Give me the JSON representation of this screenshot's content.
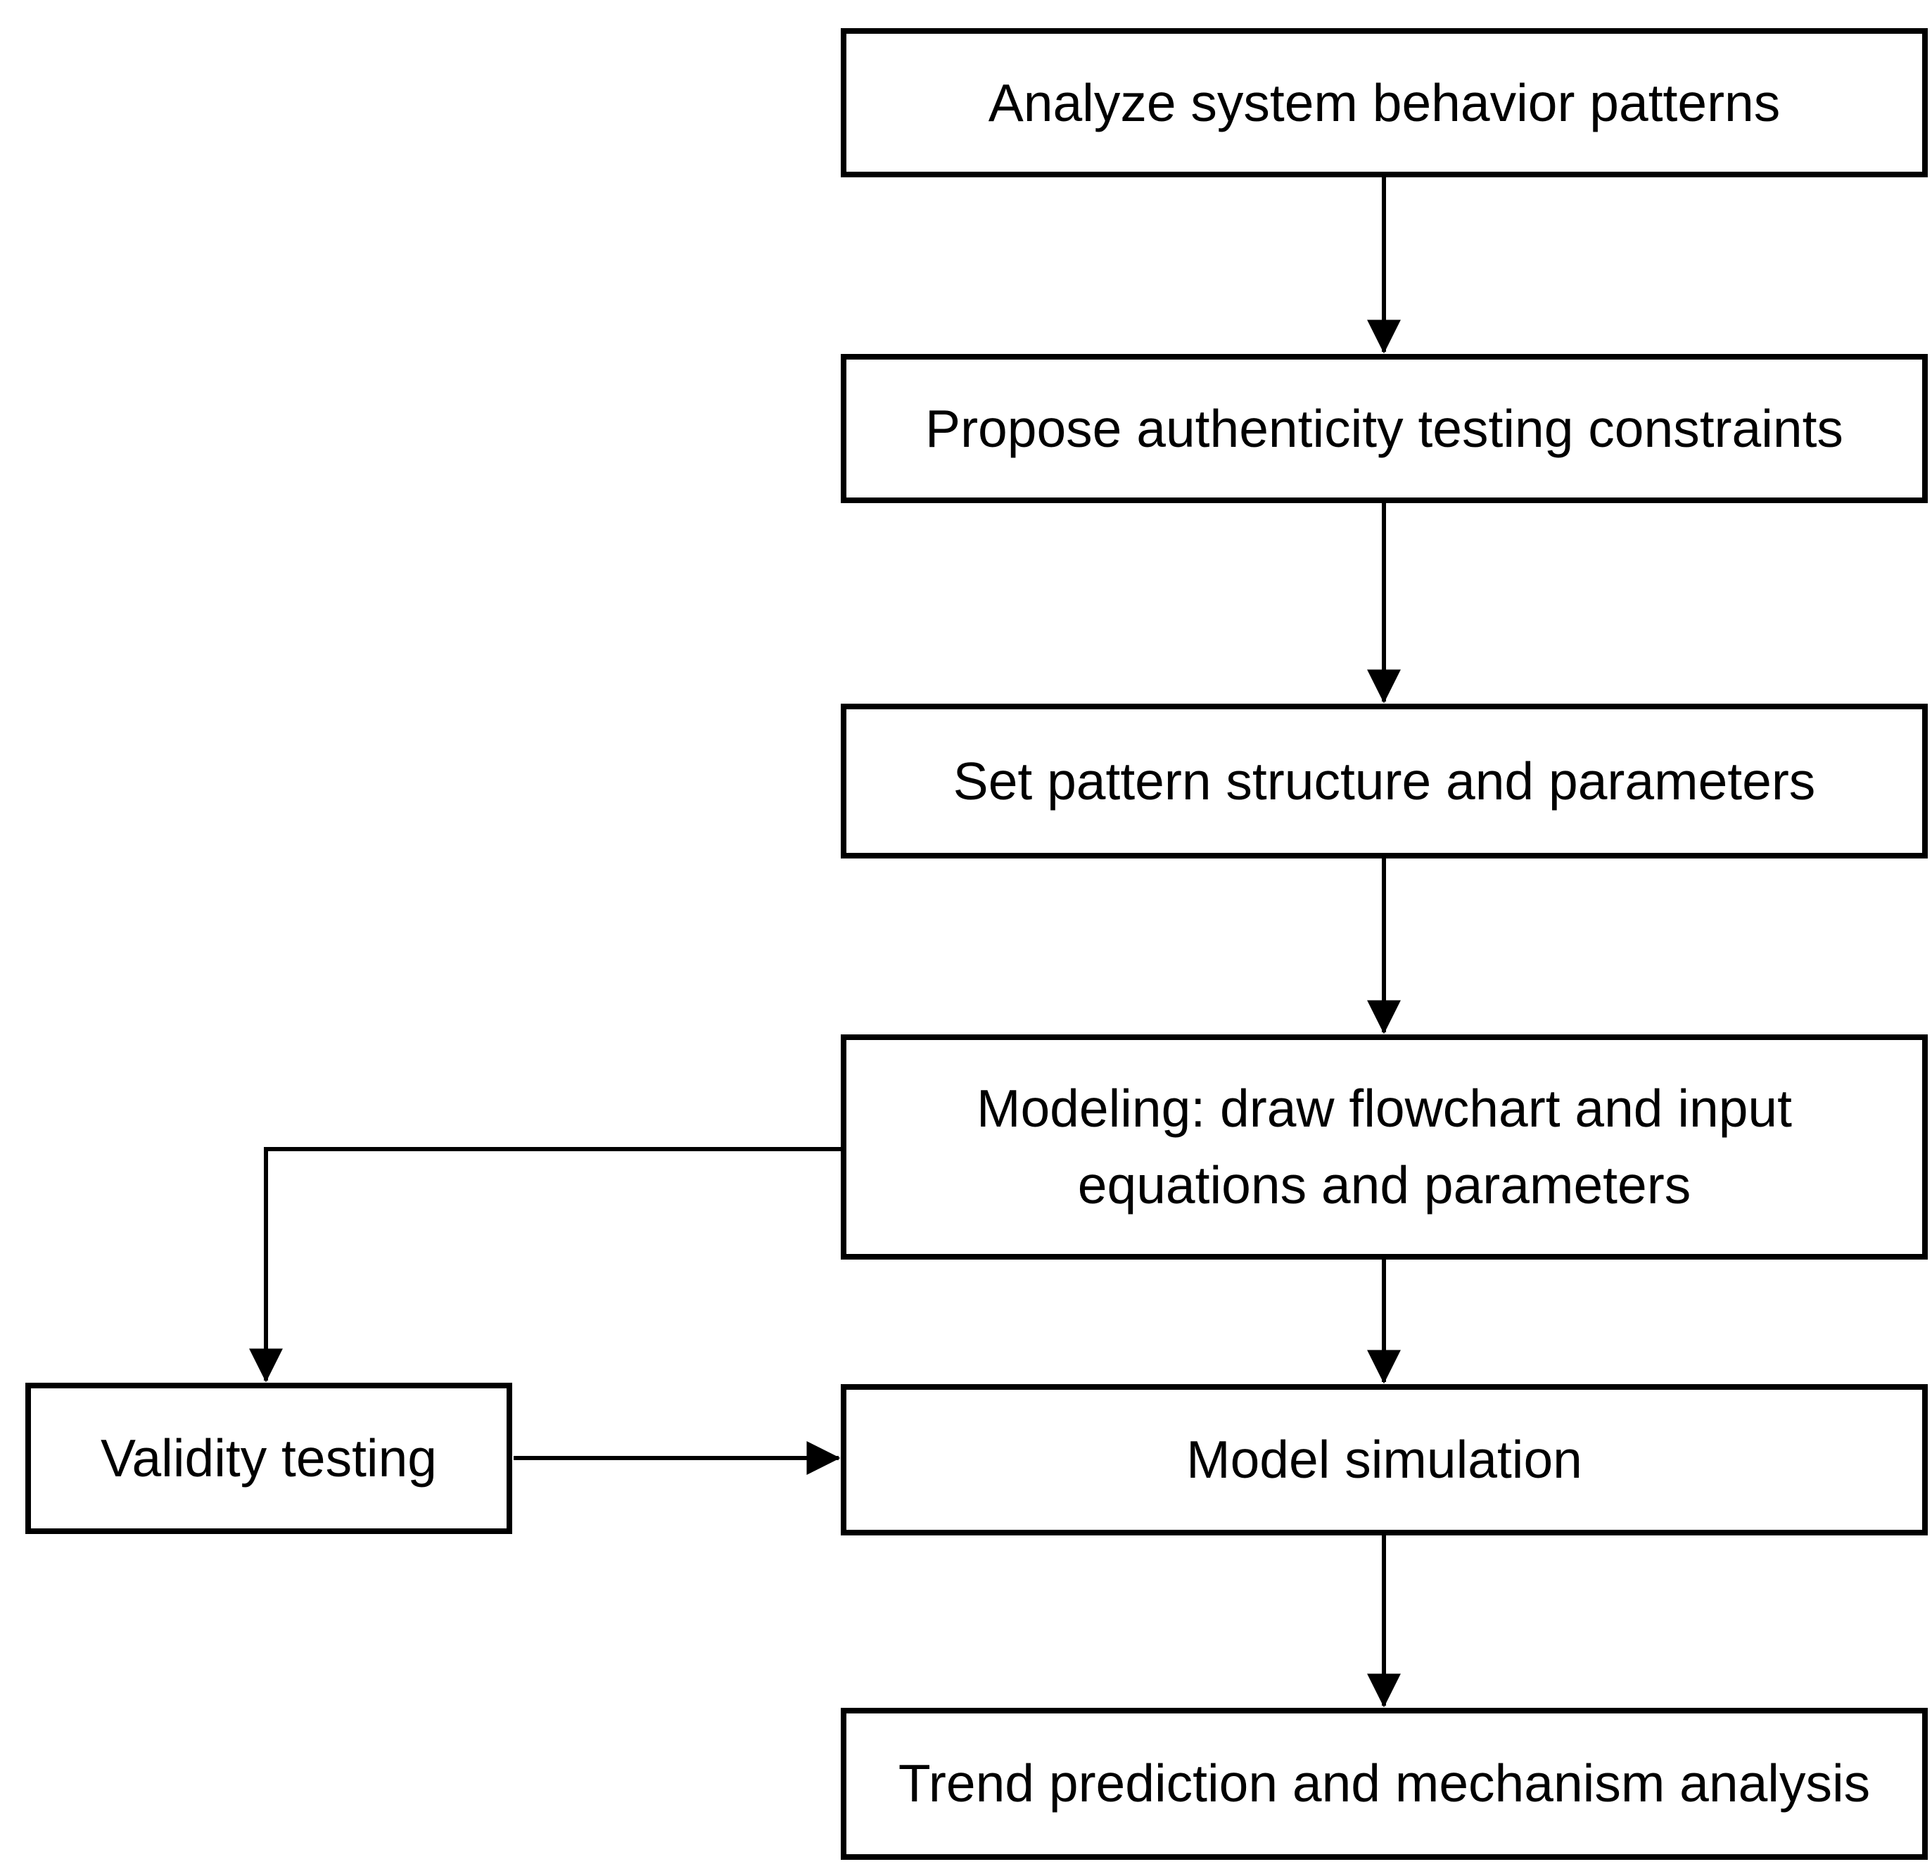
{
  "diagram": {
    "type": "flowchart",
    "background_color": "#ffffff",
    "stroke_color": "#000000",
    "nodes": [
      {
        "id": "analyze",
        "label": "Analyze system behavior patterns"
      },
      {
        "id": "propose",
        "label": "Propose authenticity testing constraints"
      },
      {
        "id": "set-pattern",
        "label": "Set pattern structure and parameters"
      },
      {
        "id": "modeling",
        "label": "Modeling: draw flowchart and input equations and parameters"
      },
      {
        "id": "validity",
        "label": "Validity testing"
      },
      {
        "id": "model-simulation",
        "label": "Model simulation"
      },
      {
        "id": "trend",
        "label": "Trend prediction and mechanism analysis"
      }
    ],
    "edges": [
      {
        "from": "analyze",
        "to": "propose",
        "style": "arrow-down"
      },
      {
        "from": "propose",
        "to": "set-pattern",
        "style": "arrow-down"
      },
      {
        "from": "set-pattern",
        "to": "modeling",
        "style": "arrow-down"
      },
      {
        "from": "modeling",
        "to": "model-simulation",
        "style": "arrow-down"
      },
      {
        "from": "modeling",
        "to": "validity",
        "style": "elbow-left-down-arrow"
      },
      {
        "from": "validity",
        "to": "model-simulation",
        "style": "arrow-right"
      },
      {
        "from": "model-simulation",
        "to": "trend",
        "style": "arrow-down"
      }
    ]
  }
}
